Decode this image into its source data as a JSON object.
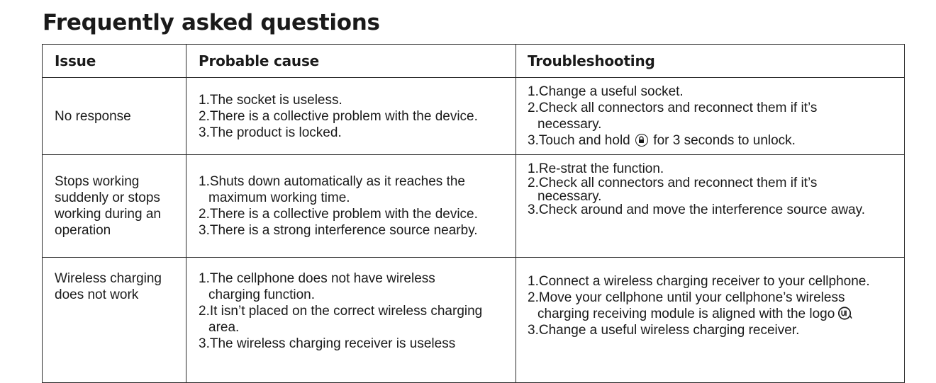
{
  "title": "Frequently asked questions",
  "table": {
    "headers": [
      "Issue",
      "Probable cause",
      "Troubleshooting"
    ],
    "rows": [
      {
        "issue": [
          "No response"
        ],
        "causes": [
          "1.The socket is useless.",
          "2.There is a collective problem with the device.",
          "3.The product is locked."
        ],
        "troubleshooting": [
          "1.Change a useful socket.",
          "2.Check all connectors and reconnect them if it’s",
          "necessary.",
          "3.Touch and hold",
          "for 3 seconds to unlock."
        ]
      },
      {
        "issue": [
          "Stops working",
          "suddenly or stops",
          "working during an",
          "operation"
        ],
        "causes": [
          "1.Shuts down automatically as it reaches the",
          "maximum working time.",
          "2.There is a collective problem with the device.",
          "3.There is a strong interference source nearby."
        ],
        "troubleshooting": [
          "1.Re-strat the function.",
          "2.Check all connectors and reconnect them if it’s",
          "necessary.",
          "3.Check around and move the interference source away."
        ]
      },
      {
        "issue": [
          "Wireless charging",
          "does not work"
        ],
        "causes": [
          "1.The cellphone does not have wireless",
          "charging function.",
          "2.It isn’t placed on the correct wireless charging",
          "area.",
          "3.The wireless charging receiver is useless"
        ],
        "troubleshooting": [
          "1.Connect a wireless charging receiver to your cellphone.",
          "2.Move your cellphone until your cellphone’s wireless",
          "charging receiving module is aligned with the logo",
          "3.Change a useful wireless charging receiver."
        ]
      }
    ]
  },
  "icons": {
    "lock": "lock-icon",
    "wireless_logo": "wireless-charging-logo-icon"
  }
}
